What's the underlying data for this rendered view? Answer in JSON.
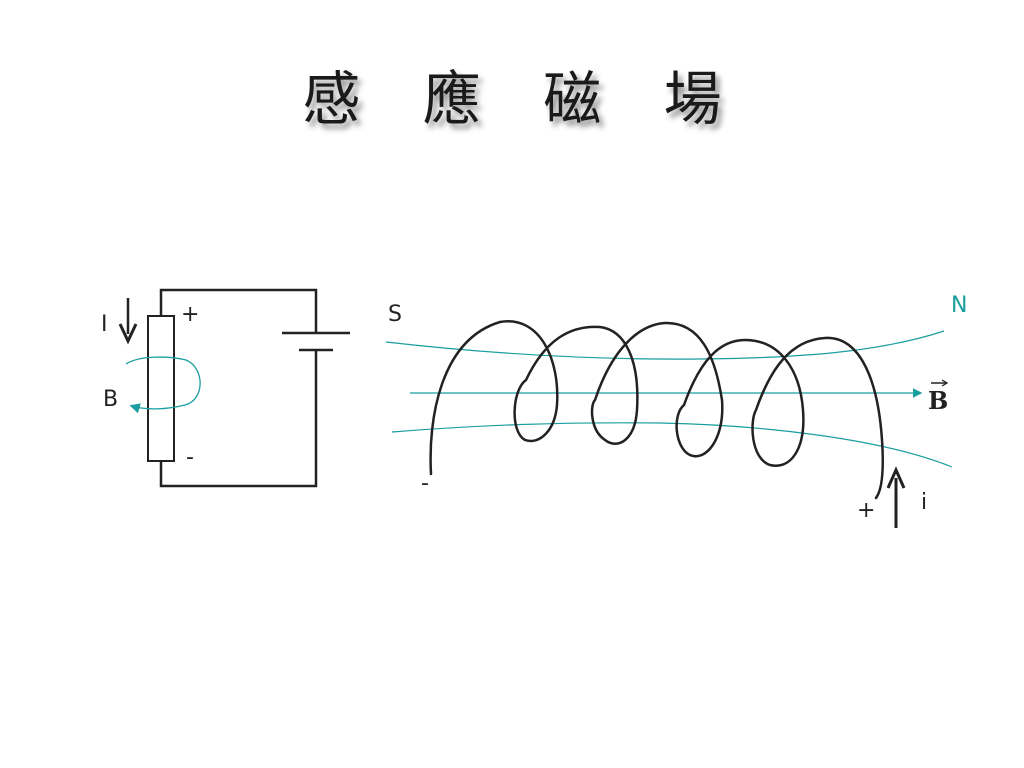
{
  "title": "感 應 磁 場",
  "colors": {
    "wire": "#222222",
    "field": "#1a9ea0"
  },
  "circuit": {
    "current_label": "I",
    "field_label": "B",
    "plus_label": "+",
    "minus_label": "-"
  },
  "solenoid": {
    "south_label": "S",
    "north_label": "N",
    "field_vector_label": "B",
    "current_label": "i",
    "plus_label": "+",
    "minus_label": "-"
  }
}
